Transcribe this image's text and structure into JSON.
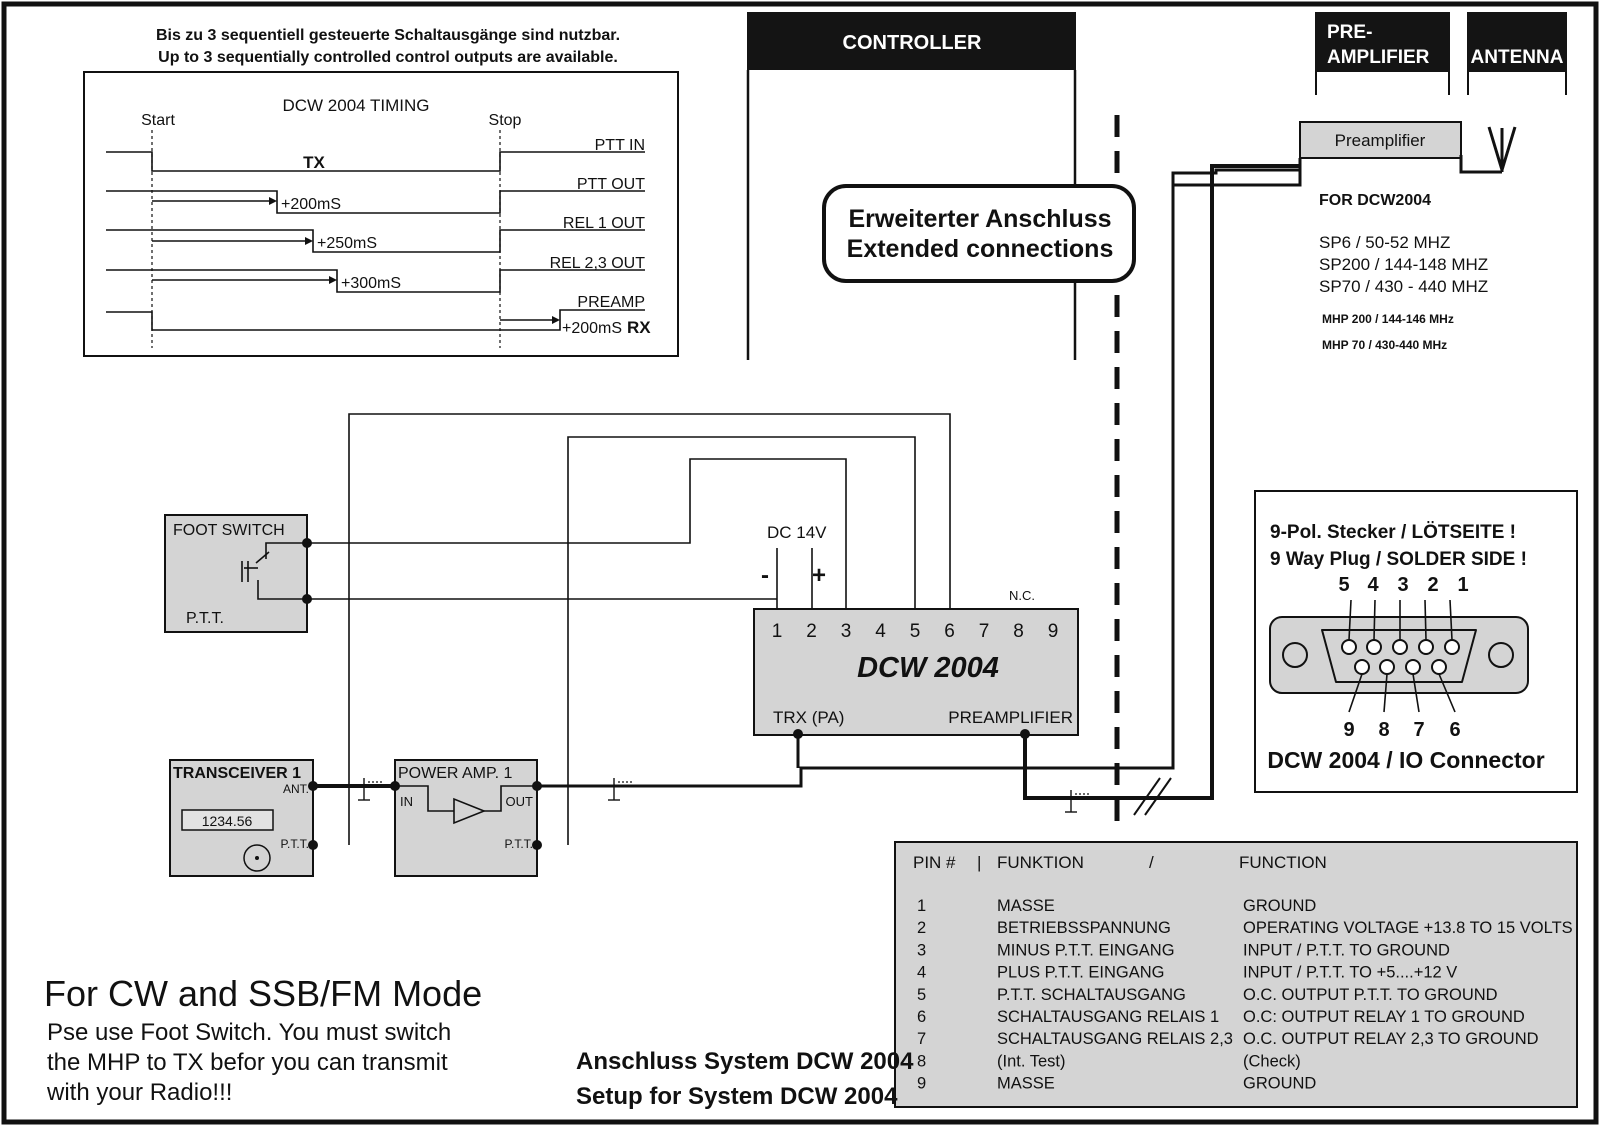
{
  "header_note": {
    "line_de": "Bis zu 3 sequentiell gesteuerte Schaltausgänge sind nutzbar.",
    "line_en": "Up to 3 sequentially controlled control outputs are available."
  },
  "timing": {
    "title": "DCW 2004 TIMING",
    "start_label": "Start",
    "stop_label": "Stop",
    "tx_label": "TX",
    "rx_label": "RX",
    "signals": [
      {
        "name": "PTT IN",
        "delay": ""
      },
      {
        "name": "PTT OUT",
        "delay": "+200mS"
      },
      {
        "name": "REL 1 OUT",
        "delay": "+250mS"
      },
      {
        "name": "REL 2,3 OUT",
        "delay": "+300mS"
      },
      {
        "name": "PREAMP",
        "delay": "+200mS"
      }
    ]
  },
  "columns": {
    "controller": "CONTROLLER",
    "preamp_line1": "PRE-",
    "preamp_line2": "AMPLIFIER",
    "antenna": "ANTENNA"
  },
  "extended": {
    "line_de": "Erweiterter Anschluss",
    "line_en": "Extended connections"
  },
  "preamp_box": {
    "label": "Preamplifier",
    "for_label": "FOR DCW2004",
    "models": [
      "SP6 / 50-52 MHZ",
      "SP200   / 144-148 MHZ",
      "SP70     / 430 - 440 MHZ"
    ],
    "mhp": [
      "MHP 200 / 144-146 MHz",
      "MHP 70  /  430-440 MHz"
    ]
  },
  "foot_switch": {
    "title": "FOOT SWITCH",
    "sub": "P.T.T."
  },
  "dc": {
    "label": "DC 14V",
    "minus": "-",
    "plus": "+"
  },
  "dcw": {
    "title": "DCW 2004",
    "nc": "N.C.",
    "pins": [
      "1",
      "2",
      "3",
      "4",
      "5",
      "6",
      "7",
      "8",
      "9"
    ],
    "trx": "TRX (PA)",
    "preamp": "PREAMPLIFIER"
  },
  "transceiver": {
    "title": "TRANSCEIVER  1",
    "ant": "ANT.",
    "ptt": "P.T.T.",
    "display": "1234.56"
  },
  "power_amp": {
    "title": "POWER AMP. 1",
    "in": "IN",
    "out": "OUT",
    "ptt": "P.T.T."
  },
  "connector": {
    "line_de": "9-Pol. Stecker / LÖTSEITE !",
    "line_en": "9 Way Plug / SOLDER SIDE !",
    "top_pins": [
      "5",
      "4",
      "3",
      "2",
      "1"
    ],
    "bottom_pins": [
      "9",
      "8",
      "7",
      "6"
    ],
    "caption": "DCW 2004 / IO Connector"
  },
  "pin_table": {
    "headers": [
      "PIN #",
      "|",
      "FUNKTION",
      "/",
      "FUNCTION"
    ],
    "rows": [
      [
        "1",
        "MASSE",
        "GROUND"
      ],
      [
        "2",
        "BETRIEBSSPANNUNG",
        "OPERATING VOLTAGE +13.8 TO 15 VOLTS"
      ],
      [
        "3",
        "MINUS P.T.T. EINGANG",
        "INPUT / P.T.T. TO GROUND"
      ],
      [
        "4",
        "PLUS P.T.T. EINGANG",
        "INPUT / P.T.T. TO +5....+12 V"
      ],
      [
        "5",
        "P.T.T. SCHALTAUSGANG",
        "O.C. OUTPUT  P.T.T. TO GROUND"
      ],
      [
        "6",
        "SCHALTAUSGANG RELAIS 1",
        "O.C: OUTPUT RELAY 1 TO GROUND"
      ],
      [
        "7",
        "SCHALTAUSGANG RELAIS 2,3",
        "O.C. OUTPUT RELAY 2,3 TO GROUND"
      ],
      [
        "8",
        "(Int. Test)",
        "(Check)"
      ],
      [
        "9",
        "MASSE",
        "GROUND"
      ]
    ]
  },
  "mode_note": {
    "title": "For CW and SSB/FM Mode",
    "lines": [
      "Pse use Foot Switch. You must switch",
      "the MHP to TX befor you can transmit",
      "with your Radio!!!"
    ]
  },
  "system_caption": {
    "line_de": "Anschluss System DCW 2004",
    "line_en": "Setup for System DCW 2004"
  }
}
